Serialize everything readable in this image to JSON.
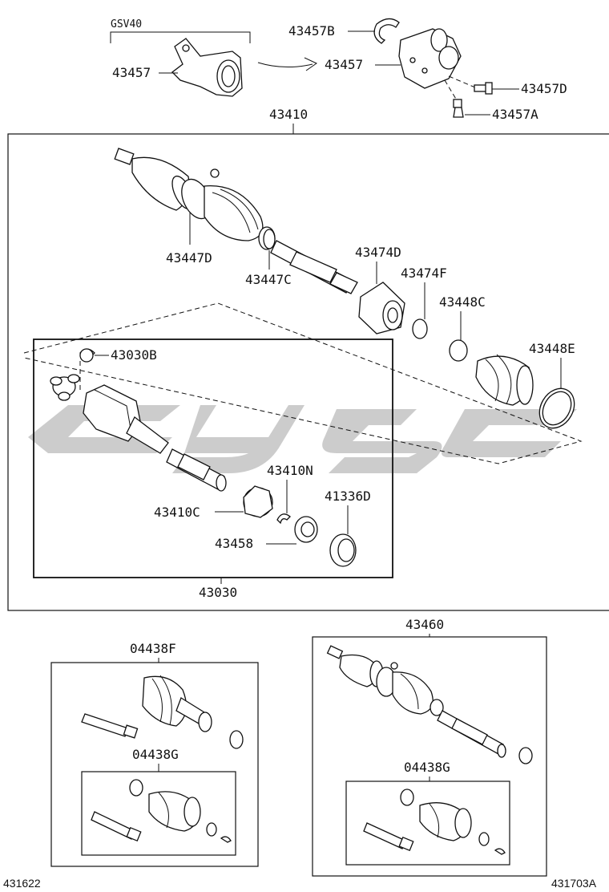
{
  "labels": {
    "gsv40": "GSV40",
    "p43457_left": "43457",
    "p43457b": "43457B",
    "p43457_right": "43457",
    "p43457d": "43457D",
    "p43457a": "43457A",
    "p43410": "43410",
    "p43447d": "43447D",
    "p43447c": "43447C",
    "p43474d": "43474D",
    "p43474f": "43474F",
    "p43448c": "43448C",
    "p43448e": "43448E",
    "p43030b": "43030B",
    "p43410n": "43410N",
    "p43410c": "43410C",
    "p41336d": "41336D",
    "p43458": "43458",
    "p43030": "43030",
    "p04438f": "04438F",
    "p04438g_left": "04438G",
    "p43460": "43460",
    "p04438g_right": "04438G"
  },
  "references": {
    "left": "431622",
    "right": "431703A"
  },
  "colors": {
    "line": "#111111",
    "watermark": "#bfbfbf"
  }
}
